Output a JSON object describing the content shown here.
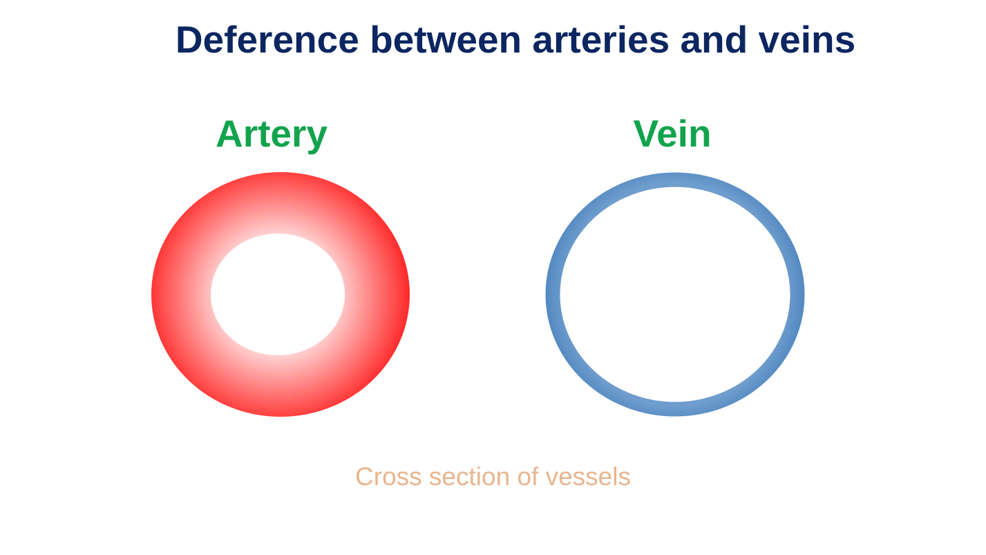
{
  "title": "Deference between arteries and veins",
  "artery": {
    "label": "Artery",
    "wall_color": "#ff2a2a",
    "inner_glow_color": "#ffd6d6"
  },
  "vein": {
    "label": "Vein",
    "wall_color": "#5a8fc5"
  },
  "caption": "Cross section of vessels",
  "colors": {
    "title": "#0b2660",
    "labels": "#12a34d",
    "caption": "#e8b58e"
  }
}
